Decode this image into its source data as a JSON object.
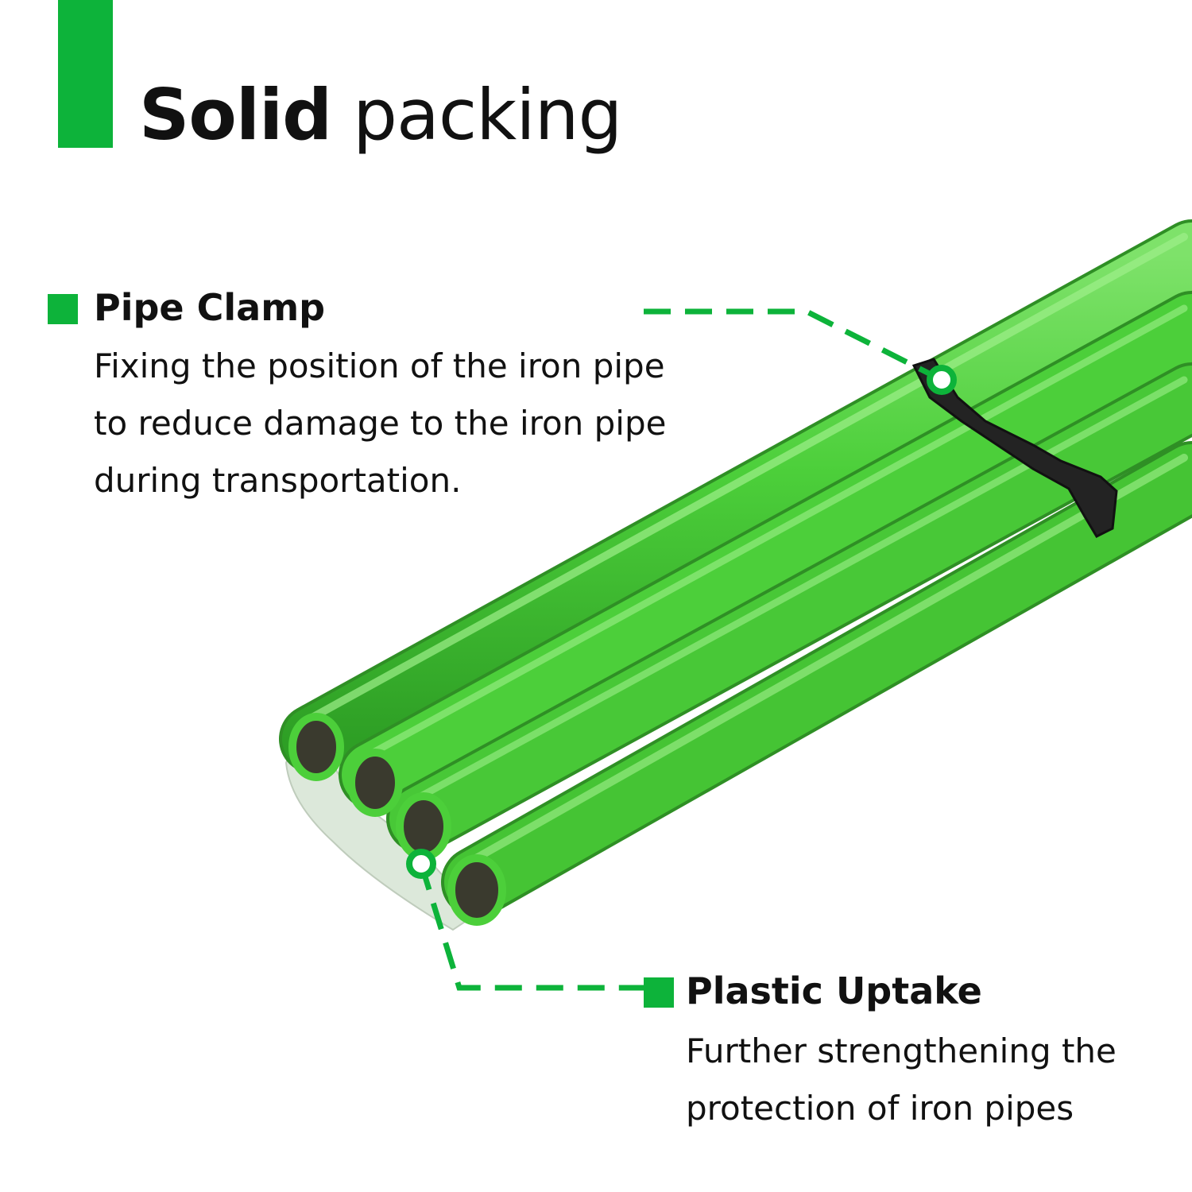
{
  "header": {
    "title_bold": "Solid",
    "title_rest": " packing"
  },
  "features": {
    "pipe_clamp": {
      "title": "Pipe Clamp",
      "description": "Fixing the position of the iron pipe\nto reduce damage to the iron pipe\nduring transportation."
    },
    "plastic_uptake": {
      "title": "Plastic Uptake",
      "description": "Further strengthening the\nprotection of iron pipes"
    }
  },
  "colors": {
    "accent": "#0db33a",
    "pipe": "#4ccf3a",
    "clamp": "#222222",
    "text": "#111111"
  }
}
